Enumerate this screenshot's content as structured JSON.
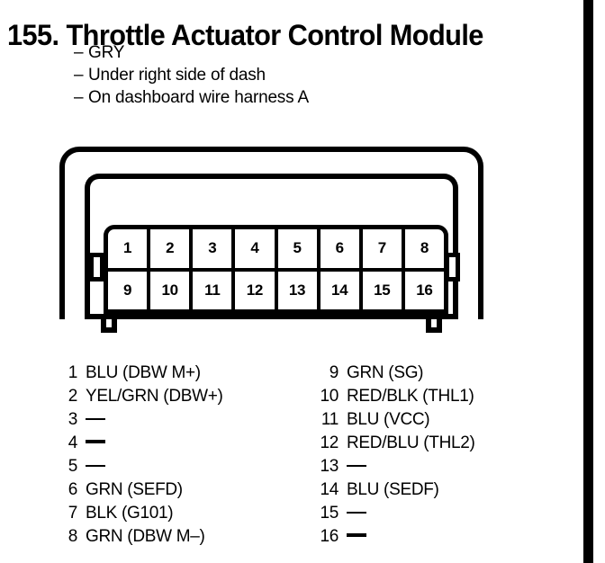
{
  "page": {
    "title": "155. Throttle Actuator Control Module",
    "description_bullets": [
      {
        "dash": "–",
        "text": "GRY"
      },
      {
        "dash": "–",
        "text": "Under right side of dash"
      },
      {
        "dash": "–",
        "text": "On dashboard wire harness A"
      }
    ]
  },
  "connector": {
    "rows": [
      {
        "cells": [
          "1",
          "2",
          "3",
          "4",
          "5",
          "6",
          "7",
          "8"
        ]
      },
      {
        "cells": [
          "9",
          "10",
          "11",
          "12",
          "13",
          "14",
          "15",
          "16"
        ]
      }
    ]
  },
  "pin_list": {
    "left_column": [
      {
        "num": "1",
        "desc": "BLU (DBW M+)",
        "empty": false,
        "bold_dash": false
      },
      {
        "num": "2",
        "desc": "YEL/GRN (DBW+)",
        "empty": false,
        "bold_dash": false
      },
      {
        "num": "3",
        "desc": "—",
        "empty": true,
        "bold_dash": false
      },
      {
        "num": "4",
        "desc": "—",
        "empty": true,
        "bold_dash": true
      },
      {
        "num": "5",
        "desc": "—",
        "empty": true,
        "bold_dash": false
      },
      {
        "num": "6",
        "desc": "GRN (SEFD)",
        "empty": false,
        "bold_dash": false
      },
      {
        "num": "7",
        "desc": "BLK (G101)",
        "empty": false,
        "bold_dash": false
      },
      {
        "num": "8",
        "desc": "GRN (DBW M–)",
        "empty": false,
        "bold_dash": false
      }
    ],
    "right_column": [
      {
        "num": "9",
        "desc": "GRN (SG)",
        "empty": false,
        "bold_dash": false
      },
      {
        "num": "10",
        "desc": "RED/BLK (THL1)",
        "empty": false,
        "bold_dash": false
      },
      {
        "num": "11",
        "desc": "BLU (VCC)",
        "empty": false,
        "bold_dash": false
      },
      {
        "num": "12",
        "desc": "RED/BLU (THL2)",
        "empty": false,
        "bold_dash": false
      },
      {
        "num": "13",
        "desc": "—",
        "empty": true,
        "bold_dash": false
      },
      {
        "num": "14",
        "desc": "BLU (SEDF)",
        "empty": false,
        "bold_dash": false
      },
      {
        "num": "15",
        "desc": "—",
        "empty": true,
        "bold_dash": false
      },
      {
        "num": "16",
        "desc": "—",
        "empty": true,
        "bold_dash": true
      }
    ]
  },
  "colors": {
    "ink": "#000000",
    "paper": "#ffffff"
  }
}
